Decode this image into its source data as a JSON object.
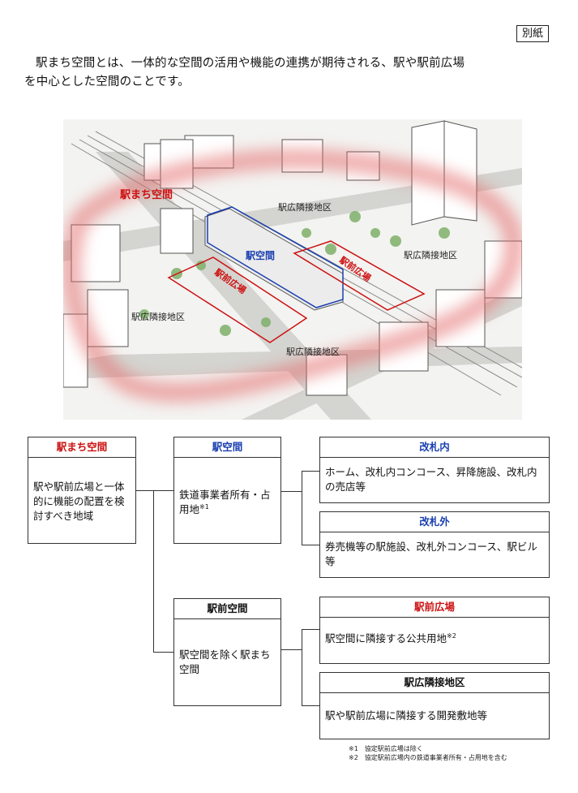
{
  "tag": "別紙",
  "intro": {
    "line1": "駅まち空間とは、一体的な空間の活用や機能の連携が期待される、駅や駅前広場",
    "line2": "を中心とした空間のことです。"
  },
  "illustration": {
    "label_eki_machi": "駅まち空間",
    "label_eki_kukan": "駅空間",
    "label_ekimae_hiroba_1": "駅前広場",
    "label_ekimae_hiroba_2": "駅前広場",
    "label_adjacent_1": "駅広隣接地区",
    "label_adjacent_2": "駅広隣接地区",
    "label_adjacent_3": "駅広隣接地区",
    "label_adjacent_4": "駅広隣接地区"
  },
  "diagram": {
    "eki_machi": {
      "title": "駅まち空間",
      "body": "駅や駅前広場と一体的に機能の配置を検討すべき地域"
    },
    "eki_kukan": {
      "title": "駅空間",
      "body": "鉄道事業者所有・占用地",
      "note": "※1"
    },
    "kaisatsu_nai": {
      "title": "改札内",
      "body": "ホーム、改札内コンコース、昇降施設、改札内の売店等"
    },
    "kaisatsu_gai": {
      "title": "改札外",
      "body": "券売機等の駅施設、改札外コンコース、駅ビル等"
    },
    "ekimae_kukan": {
      "title": "駅前空間",
      "body": "駅空間を除く駅まち空間"
    },
    "ekimae_hiroba": {
      "title": "駅前広場",
      "body": "駅空間に隣接する公共用地",
      "note": "※2"
    },
    "adjacent": {
      "title": "駅広隣接地区",
      "body": "駅や駅前広場に隣接する開発敷地等"
    }
  },
  "notes": {
    "n1": "※1　協定駅前広場は除く",
    "n2": "※2　協定駅前広場内の鉄道事業者所有・占用地を含む"
  },
  "colors": {
    "red": "#cc1111",
    "blue": "#1a3fb0",
    "glow": "#e46a6a"
  }
}
